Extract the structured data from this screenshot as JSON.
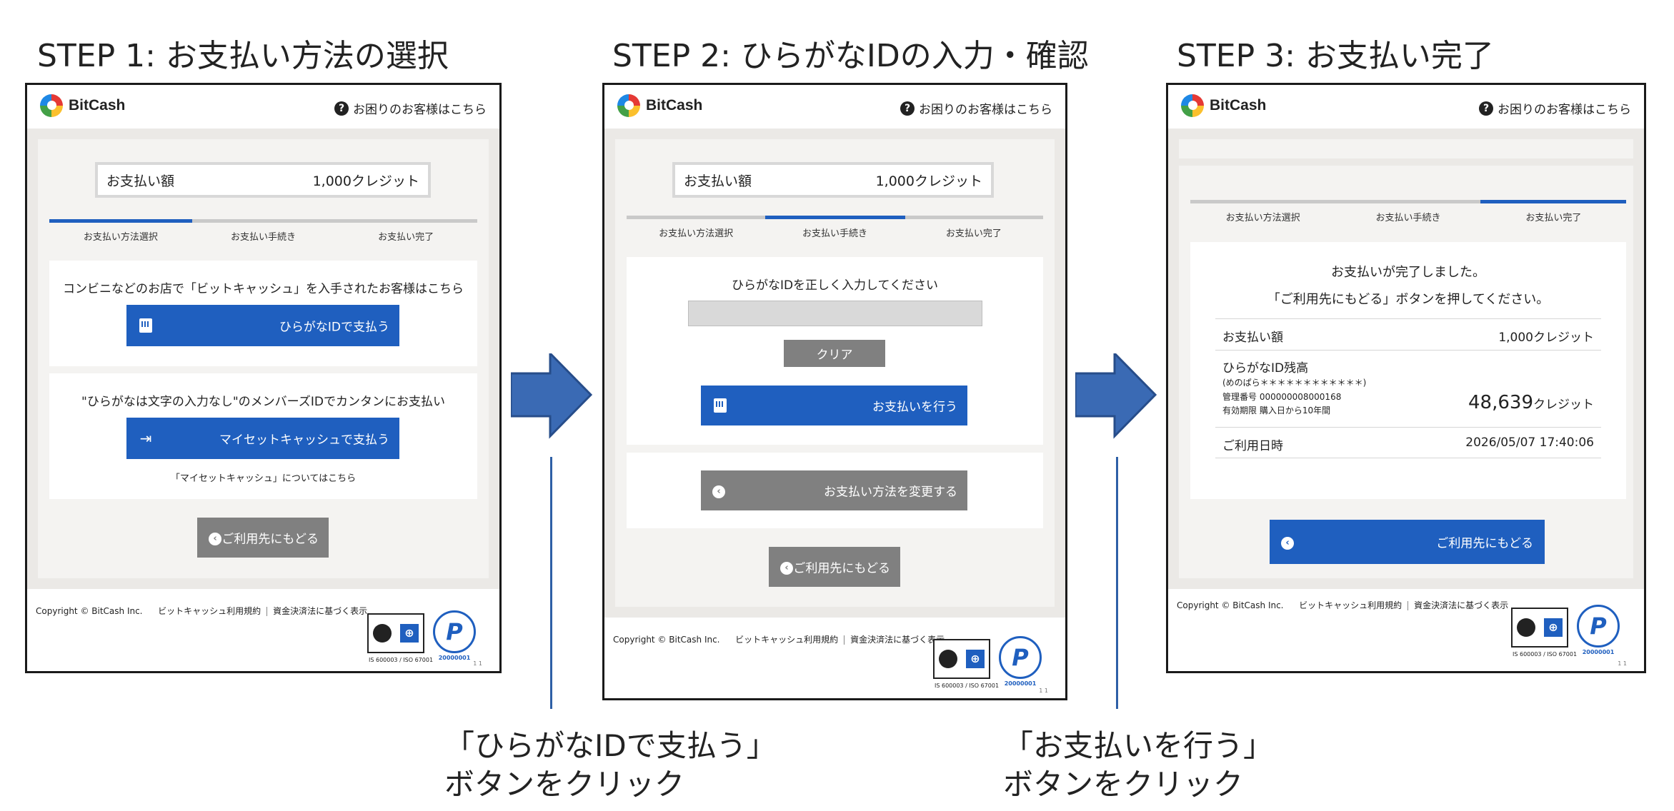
{
  "titles": {
    "step1": "STEP 1: お支払い方法の選択",
    "step2": "STEP 2: ひらがなIDの入力・確認",
    "step3": "STEP 3: お支払い完了"
  },
  "header": {
    "brand": "BitCash",
    "help_label": "お困りのお客様はこちら",
    "help_icon": "?"
  },
  "amount": {
    "label": "お支払い額",
    "value": "1,000クレジット"
  },
  "progress": {
    "steps": [
      "お支払い方法選択",
      "お支払い手続き",
      "お支払い完了"
    ]
  },
  "step1": {
    "card1_text": "コンビニなどのお店で「ビットキャッシュ」を入手されたお客様はこちら",
    "hiragana_button": "ひらがなIDで支払う",
    "card2_text": "\"ひらがなは文字の入力なし\"のメンバーズIDでカンタンにお支払い",
    "myset_button": "マイセットキャッシュで支払う",
    "myset_link": "「マイセットキャッシュ」についてはこちら",
    "back_button": "ご利用先にもどる"
  },
  "step2": {
    "instruction": "ひらがなIDを正しく入力してください",
    "input_value": "",
    "clear_button": "クリア",
    "pay_button": "お支払いを行う",
    "change_button": "お支払い方法を変更する",
    "back_button": "ご利用先にもどる"
  },
  "step3": {
    "done_line1": "お支払いが完了しました。",
    "done_line2": "「ご利用先にもどる」ボタンを押してください。",
    "amount_label": "お支払い額",
    "amount_value": "1,000クレジット",
    "balance_label": "ひらがなID残高",
    "balance_hint": "(めのぱら＊＊＊＊＊＊＊＊＊＊＊＊)",
    "mgmt_no": "管理番号 000000008000168",
    "expiry": "有効期限 購入日から10年間",
    "balance_num": "48,639",
    "balance_unit": "クレジット",
    "date_label": "ご利用日時",
    "date_value": "2026/05/07 17:40:06",
    "back_button": "ご利用先にもどる"
  },
  "footer": {
    "copyright": "Copyright © BitCash Inc.",
    "terms": "ビットキャッシュ利用規約",
    "law": "資金決済法に基づく表示",
    "iso_cert": "IS 600003 / ISO 67001",
    "pmark_num": "20000001",
    "page_mark": "1 1"
  },
  "captions": {
    "c1_line1": "「ひらがなIDで支払う」",
    "c1_line2": "ボタンをクリック",
    "c2_line1": "「お支払いを行う」",
    "c2_line2": "ボタンをクリック"
  },
  "colors": {
    "accent": "#1f5fbf",
    "gray_button": "#808080",
    "arrow": "#3a6ab4",
    "background": "#ebe9e6"
  }
}
